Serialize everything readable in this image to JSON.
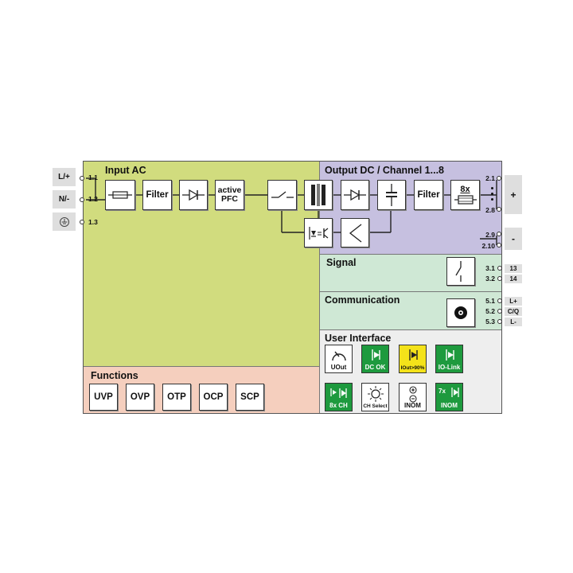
{
  "sections": {
    "input_ac": "Input AC",
    "output_dc": "Output DC / Channel 1...8",
    "signal": "Signal",
    "communication": "Communication",
    "user_interface": "User Interface",
    "functions": "Functions"
  },
  "input_terminals": [
    {
      "label": "L/+",
      "pin": "1.1"
    },
    {
      "label": "N/-",
      "pin": "1.2"
    },
    {
      "label": "",
      "pin": "1.3",
      "icon": "ground-icon"
    }
  ],
  "input_blocks": {
    "filter": "Filter",
    "pfc_line1": "active",
    "pfc_line2": "PFC"
  },
  "output_blocks": {
    "filter": "Filter",
    "channels": "8x"
  },
  "output_terminals": {
    "plus_pins": [
      "2.1",
      "2.8"
    ],
    "plus_label": "+",
    "minus_pins": [
      "2.9",
      "2.10"
    ],
    "minus_label": "-"
  },
  "signal_terminals": [
    {
      "pin": "3.1",
      "tag": "13"
    },
    {
      "pin": "3.2",
      "tag": "14"
    }
  ],
  "comm_terminals": [
    {
      "pin": "5.1",
      "tag": "L+"
    },
    {
      "pin": "5.2",
      "tag": "C/Q"
    },
    {
      "pin": "5.3",
      "tag": "L-"
    }
  ],
  "ui_icons": [
    {
      "label": "UOut",
      "style": "white",
      "icon": "potentiometer-icon"
    },
    {
      "label": "DC OK",
      "style": "green",
      "icon": "led-icon"
    },
    {
      "label": "IOut>90%",
      "style": "yellow",
      "icon": "led-icon"
    },
    {
      "label": "IO-Link",
      "style": "green",
      "icon": "led-icon"
    },
    {
      "label": "8x CH",
      "style": "green",
      "icon": "led-pair-icon"
    },
    {
      "label": "CH Select",
      "style": "white",
      "icon": "selector-icon"
    },
    {
      "label": "INOM",
      "style": "white",
      "icon": "plus-minus-buttons-icon"
    },
    {
      "label": "INOM",
      "style": "green",
      "icon": "led-icon",
      "prefix": "7x"
    }
  ],
  "functions": [
    "UVP",
    "OVP",
    "OTP",
    "OCP",
    "SCP"
  ],
  "colors": {
    "input": "#d1dc7e",
    "output": "#c6c0e0",
    "signal": "#cfe8d5",
    "functions": "#f5cfbe",
    "ui": "#eeeeee",
    "green": "#1e9a3e",
    "yellow": "#f4e21a"
  }
}
